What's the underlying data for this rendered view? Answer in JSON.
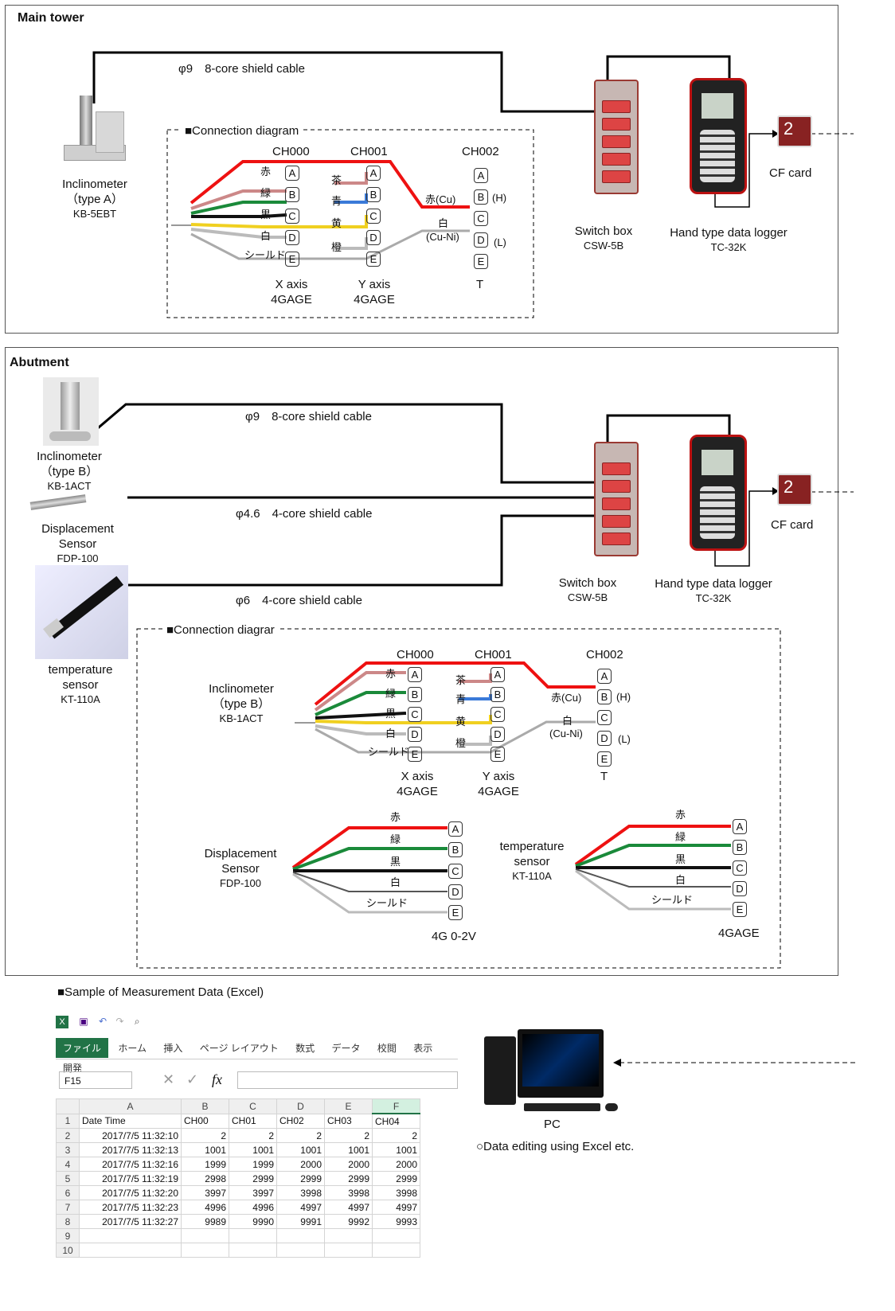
{
  "main_tower": {
    "title": "Main tower",
    "cable": "φ9　8-core shield cable",
    "inclinometer": {
      "name": "Inclinometer",
      "type": "（type A）",
      "model": "KB-5EBT"
    },
    "switch_box": {
      "name": "Switch box",
      "model": "CSW-5B"
    },
    "logger": {
      "name": "Hand type data logger",
      "model": "TC-32K"
    },
    "cf_card": "CF card",
    "diagram": {
      "title": "■Connection diagram",
      "ch0": "CH000",
      "ch1": "CH001",
      "ch2": "CH002",
      "wires_left": [
        "赤",
        "緑",
        "黒",
        "白",
        "シールド"
      ],
      "wires_mid": [
        "茶",
        "青",
        "黄",
        "橙"
      ],
      "terms": [
        "A",
        "B",
        "C",
        "D",
        "E"
      ],
      "cu": "赤(Cu)",
      "cuni_top": "白",
      "cuni": "(Cu-Ni)",
      "h": "(H)",
      "l": "(L)",
      "x_axis": "X axis",
      "y_axis": "Y axis",
      "gage_x": "4GAGE",
      "gage_y": "4GAGE",
      "t": "T"
    }
  },
  "abutment": {
    "title": "Abutment",
    "cable1": "φ9　8-core shield cable",
    "cable2": "φ4.6　4-core shield cable",
    "cable3": "φ6　4-core shield cable",
    "inclinometer": {
      "name": "Inclinometer",
      "type": "（type B）",
      "model": "KB-1ACT"
    },
    "displacement": {
      "name1": "Displacement",
      "name2": "Sensor",
      "model": "FDP-100"
    },
    "temperature": {
      "name1": "temperature",
      "name2": "sensor",
      "model": "KT-110A"
    },
    "switch_box": {
      "name": "Switch box",
      "model": "CSW-5B"
    },
    "logger": {
      "name": "Hand type data logger",
      "model": "TC-32K"
    },
    "cf_card": "CF card",
    "diagram": {
      "title": "■Connection diagrar",
      "incl_name": "Inclinometer",
      "incl_type": "（type B）",
      "incl_model": "KB-1ACT",
      "ch0": "CH000",
      "ch1": "CH001",
      "ch2": "CH002",
      "x_axis": "X axis",
      "y_axis": "Y axis",
      "gage_x": "4GAGE",
      "gage_y": "4GAGE",
      "t": "T",
      "disp_name1": "Displacement",
      "disp_name2": "Sensor",
      "disp_model": "FDP-100",
      "disp_range": "4G 0-2V",
      "temp_name1": "temperature",
      "temp_name2": "sensor",
      "temp_model": "KT-110A",
      "temp_gage": "4GAGE"
    }
  },
  "excel": {
    "caption": "■Sample of Measurement Data (Excel)",
    "tabs": [
      "ファイル",
      "ホーム",
      "挿入",
      "ページ レイアウト",
      "数式",
      "データ",
      "校閲",
      "表示",
      "開発"
    ],
    "name_box": "F15",
    "col_headers": [
      "A",
      "B",
      "C",
      "D",
      "E",
      "F"
    ],
    "row_numbers": [
      "1",
      "2",
      "3",
      "4",
      "5",
      "6",
      "7",
      "8",
      "9",
      "10"
    ],
    "header_row": [
      "Date Time",
      "CH00",
      "CH01",
      "CH02",
      "CH03",
      "CH04"
    ],
    "rows": [
      [
        "2017/7/5 11:32:10",
        "2",
        "2",
        "2",
        "2",
        "2"
      ],
      [
        "2017/7/5 11:32:13",
        "1001",
        "1001",
        "1001",
        "1001",
        "1001"
      ],
      [
        "2017/7/5 11:32:16",
        "1999",
        "1999",
        "2000",
        "2000",
        "2000"
      ],
      [
        "2017/7/5 11:32:19",
        "2998",
        "2999",
        "2999",
        "2999",
        "2999"
      ],
      [
        "2017/7/5 11:32:20",
        "3997",
        "3997",
        "3998",
        "3998",
        "3998"
      ],
      [
        "2017/7/5 11:32:23",
        "4996",
        "4996",
        "4997",
        "4997",
        "4997"
      ],
      [
        "2017/7/5 11:32:27",
        "9989",
        "9990",
        "9991",
        "9992",
        "9993"
      ]
    ]
  },
  "pc": {
    "label": "PC",
    "note": "○Data editing using Excel etc."
  }
}
